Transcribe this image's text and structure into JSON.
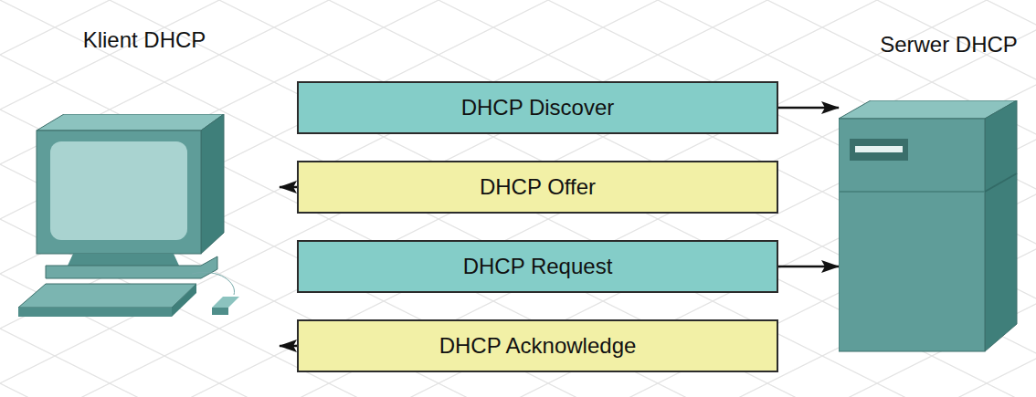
{
  "diagram": {
    "nodes": [
      {
        "text": [
          "Klient DHCP"
        ]
      },
      {
        "text": [
          "Serwer DHCP"
        ]
      },
      {
        "text": [
          "DHCP Discover"
        ]
      },
      {
        "text": [
          "DHCP Offer"
        ]
      },
      {
        "text": [
          "DHCP Request"
        ]
      },
      {
        "text": [
          "DHCP Acknowledge"
        ]
      }
    ],
    "edges": [
      {
        "from": 2,
        "to": 1,
        "arrow": "to"
      },
      {
        "from": 3,
        "to": 0,
        "arrow": "to"
      },
      {
        "from": 4,
        "to": 1,
        "arrow": "to"
      },
      {
        "from": 5,
        "to": 0,
        "arrow": "to"
      }
    ]
  }
}
